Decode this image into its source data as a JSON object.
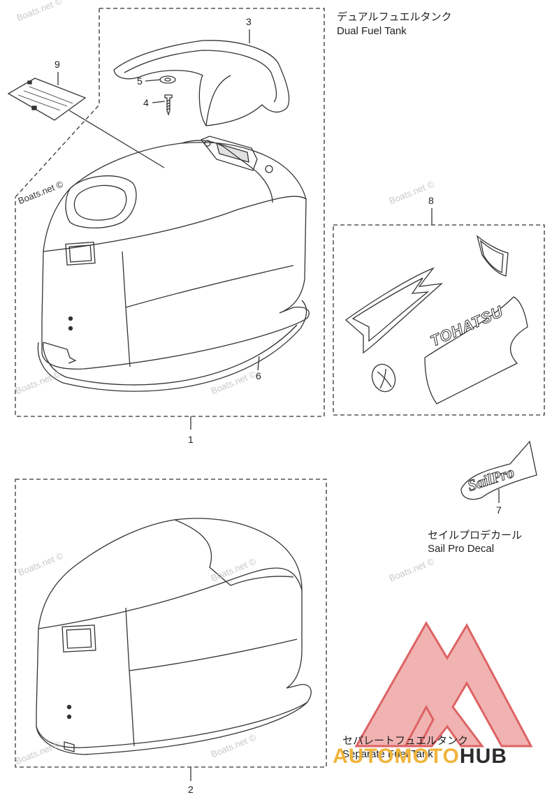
{
  "labels": {
    "dual_jp": "デュアルフュエルタンク",
    "dual_en": "Dual Fuel Tank",
    "sail_jp": "セイルプロデカール",
    "sail_en": "Sail Pro Decal",
    "separate_jp": "セパレートフュエルタンク",
    "separate_en": "Separate Fuel Tank"
  },
  "part_numbers": {
    "p1": "1",
    "p2": "2",
    "p3": "3",
    "p4": "4",
    "p5": "5",
    "p6": "6",
    "p7": "7",
    "p8": "8",
    "p9": "9"
  },
  "decal_text": {
    "tohatsu": "TOHATSU",
    "sailpro": "SailPro"
  },
  "watermark": "Boats.net ©",
  "brand": {
    "part_a": "AUTOMOTO",
    "part_b": "HUB",
    "colors": {
      "triangle": "#e05a5a",
      "auto": "#f0b43c",
      "hub": "#2b2b2b"
    }
  }
}
